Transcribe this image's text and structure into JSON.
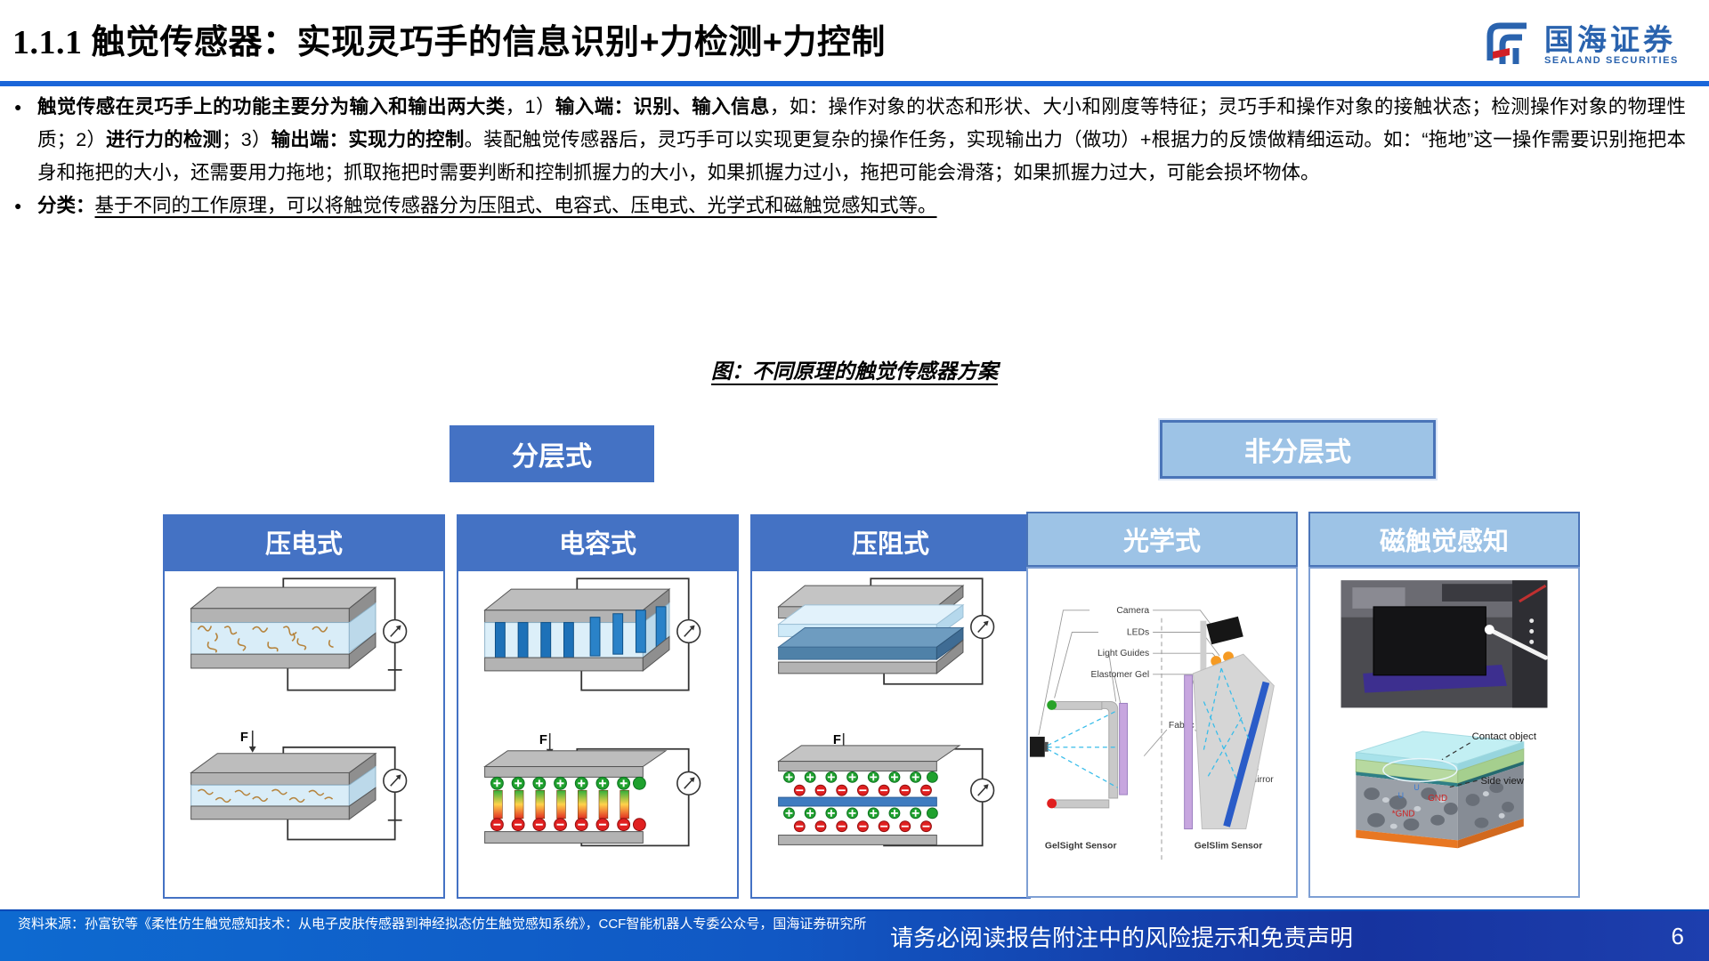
{
  "header": {
    "title_number": "1.1.1",
    "title_text": "触觉传感器：实现灵巧手的信息识别+力检测+力控制",
    "logo": {
      "name": "国海证券",
      "subtitle": "SEALAND SECURITIES",
      "brand_color": "#2a63ae",
      "accent_color": "#d22027"
    }
  },
  "bullets": {
    "bullet1": {
      "marker": "●",
      "segments": [
        {
          "text": "触觉传感在灵巧手上的功能主要分为输入和输出两大类",
          "bold": true
        },
        {
          "text": "，1）",
          "bold": false
        },
        {
          "text": "输入端：识别、输入信息",
          "bold": true
        },
        {
          "text": "，如：操作对象的状态和形状、大小和刚度等特征；灵巧手和操作对象的接触状态；检测操作对象的物理性质；2）",
          "bold": false
        },
        {
          "text": "进行力的检测",
          "bold": true
        },
        {
          "text": "；3）",
          "bold": false
        },
        {
          "text": "输出端：实现力的控制",
          "bold": true
        },
        {
          "text": "。装配触觉传感器后，灵巧手可以实现更复杂的操作任务，实现输出力（做功）+根据力的反馈做精细运动。如：“拖地”这一操作需要识别拖把本身和拖把的大小，还需要用力拖地；抓取拖把时需要判断和控制抓握力的大小，如果抓握力过小，拖把可能会滑落；如果抓握力过大，可能会损坏物体。",
          "bold": false
        }
      ]
    },
    "bullet2": {
      "marker": "●",
      "segments": [
        {
          "text": "分类：",
          "bold": true
        },
        {
          "text": "基于不同的工作原理，可以将触觉传感器分为压阻式、电容式、压电式、光学式和磁触觉感知式等。",
          "bold": false,
          "underline": true
        }
      ]
    }
  },
  "figure": {
    "caption": "图：不同原理的触觉传感器方案",
    "groups": [
      {
        "label": "分层式",
        "style": "dark"
      },
      {
        "label": "非分层式",
        "style": "light"
      }
    ],
    "columns": [
      {
        "label": "压电式",
        "style": "dark"
      },
      {
        "label": "电容式",
        "style": "dark"
      },
      {
        "label": "压阻式",
        "style": "dark"
      },
      {
        "label": "光学式",
        "style": "light"
      },
      {
        "label": "磁触觉感知",
        "style": "light"
      }
    ],
    "force_label": "F",
    "optical_labels": {
      "camera": "Camera",
      "leds": "LEDs",
      "light_guides": "Light Guides",
      "elastomer_gel": "Elastomer Gel",
      "fabric": "Fabric",
      "mirror": "Mirror",
      "gelsight": "GelSight Sensor",
      "gelslim": "GelSlim Sensor"
    },
    "magnetic_labels": {
      "contact_object": "Contact object",
      "side_view": "Side view",
      "u1": "U",
      "u2": "U",
      "gnd1": "GND",
      "gnd2": "*GND"
    }
  },
  "footer": {
    "source_text": "资料来源：孙富钦等《柔性仿生触觉感知技术：从电子皮肤传感器到神经拟态仿生触觉感知系统》，CCF智能机器人专委公众号，国海证券研究所",
    "disclaimer": "请务必阅读报告附注中的风险提示和免责声明",
    "page_number": "6"
  },
  "colors": {
    "accent_dark": "#4472C4",
    "accent_light": "#9DC3E6",
    "title_rule": "#1a66d9",
    "footer_left": "#0e6ad0",
    "footer_right": "#16339f"
  }
}
